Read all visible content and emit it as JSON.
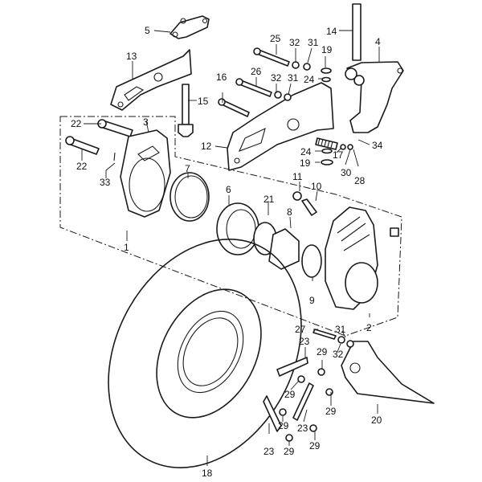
{
  "diagram": {
    "title": "Front brake caliper and disc — exploded parts view",
    "callouts": [
      {
        "id": "c1",
        "number": "1",
        "part": "caliper-assembly"
      },
      {
        "id": "c2",
        "number": "2",
        "part": "caliper-body"
      },
      {
        "id": "c3",
        "number": "3",
        "part": "caliper-plate"
      },
      {
        "id": "c4",
        "number": "4",
        "part": "caliper-bracket"
      },
      {
        "id": "c5",
        "number": "5",
        "part": "link-joint"
      },
      {
        "id": "c6",
        "number": "6",
        "part": "piston-seal-ring"
      },
      {
        "id": "c7",
        "number": "7",
        "part": "brake-pad-a"
      },
      {
        "id": "c8",
        "number": "8",
        "part": "piston"
      },
      {
        "id": "c9",
        "number": "9",
        "part": "o-ring"
      },
      {
        "id": "c10",
        "number": "10",
        "part": "bleeder-valve"
      },
      {
        "id": "c11",
        "number": "11",
        "part": "bleeder-cap"
      },
      {
        "id": "c12",
        "number": "12",
        "part": "caliper-arm"
      },
      {
        "id": "c13",
        "number": "13",
        "part": "link-arm"
      },
      {
        "id": "c14",
        "number": "14",
        "part": "pivot-shaft"
      },
      {
        "id": "c15",
        "number": "15",
        "part": "adjust-bolt"
      },
      {
        "id": "c16",
        "number": "16",
        "part": "long-bolt"
      },
      {
        "id": "c17",
        "number": "17",
        "part": "spring"
      },
      {
        "id": "c18",
        "number": "18",
        "part": "brake-disc"
      },
      {
        "id": "c19a",
        "number": "19",
        "part": "washer-upper"
      },
      {
        "id": "c19b",
        "number": "19",
        "part": "washer-lower"
      },
      {
        "id": "c20",
        "number": "20",
        "part": "disc-cover"
      },
      {
        "id": "c21",
        "number": "21",
        "part": "boot"
      },
      {
        "id": "c22a",
        "number": "22",
        "part": "plate-bolt-upper"
      },
      {
        "id": "c22b",
        "number": "22",
        "part": "plate-bolt-lower"
      },
      {
        "id": "c23a",
        "number": "23",
        "part": "lock-plate-a"
      },
      {
        "id": "c23b",
        "number": "23",
        "part": "lock-plate-b"
      },
      {
        "id": "c23c",
        "number": "23",
        "part": "lock-plate-c"
      },
      {
        "id": "c24a",
        "number": "24",
        "part": "o-ring-upper"
      },
      {
        "id": "c24b",
        "number": "24",
        "part": "o-ring-lower"
      },
      {
        "id": "c25",
        "number": "25",
        "part": "bolt-25"
      },
      {
        "id": "c26",
        "number": "26",
        "part": "bolt-26"
      },
      {
        "id": "c27",
        "number": "27",
        "part": "cover-bolt"
      },
      {
        "id": "c28",
        "number": "28",
        "part": "nut"
      },
      {
        "id": "c29a",
        "number": "29",
        "part": "disc-nut-a"
      },
      {
        "id": "c29b",
        "number": "29",
        "part": "disc-nut-b"
      },
      {
        "id": "c29c",
        "number": "29",
        "part": "disc-nut-c"
      },
      {
        "id": "c29d",
        "number": "29",
        "part": "disc-nut-d"
      },
      {
        "id": "c29e",
        "number": "29",
        "part": "disc-nut-e"
      },
      {
        "id": "c29f",
        "number": "29",
        "part": "disc-nut-f"
      },
      {
        "id": "c30",
        "number": "30",
        "part": "washer-30"
      },
      {
        "id": "c31a",
        "number": "31",
        "part": "lock-washer-a"
      },
      {
        "id": "c31b",
        "number": "31",
        "part": "lock-washer-b"
      },
      {
        "id": "c31c",
        "number": "31",
        "part": "lock-washer-c"
      },
      {
        "id": "c32a",
        "number": "32",
        "part": "washer-32a"
      },
      {
        "id": "c32b",
        "number": "32",
        "part": "washer-32b"
      },
      {
        "id": "c32c",
        "number": "32",
        "part": "washer-32c"
      },
      {
        "id": "c33",
        "number": "33",
        "part": "clip"
      },
      {
        "id": "c34",
        "number": "34",
        "part": "cotter-pin"
      }
    ]
  }
}
